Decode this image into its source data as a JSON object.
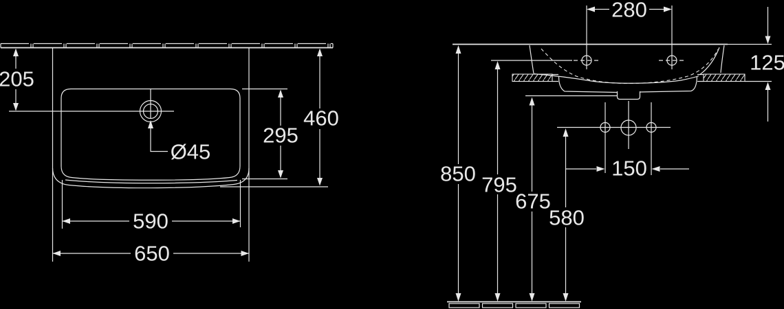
{
  "drawing": {
    "background_color": "#000000",
    "line_color": "#e8e8e8",
    "top_view_dims": {
      "wall_to_tap_center": "205",
      "tap_center_to_front": "295",
      "depth": "460",
      "tap_hole_diameter": "Ø45",
      "bowl_width": "590",
      "width": "650"
    },
    "front_view_dims": {
      "tap_hole_spacing": "280",
      "basin_edge_height": "125",
      "top_height": "850",
      "fixing_hole_height": "795",
      "underside_height": "675",
      "trap_height": "580",
      "bolt_spacing": "150"
    }
  }
}
